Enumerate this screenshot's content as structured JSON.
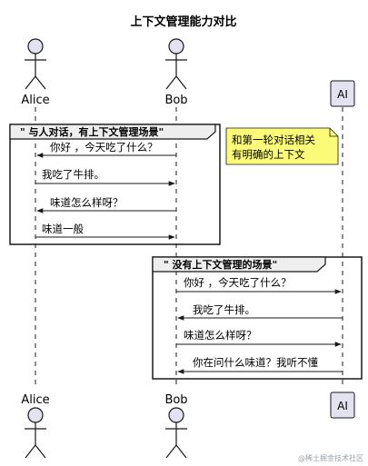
{
  "title": "上下文管理能力对比",
  "participants": {
    "alice": "Alice",
    "bob": "Bob",
    "ai": "AI"
  },
  "frame1": {
    "title": "\" 与人对话，有上下文管理场景\"",
    "messages": [
      "你好 ，今天吃了什么？",
      "我吃了牛排。",
      "味道怎么样呀？",
      "味道一般"
    ]
  },
  "note": {
    "line1": "和第一轮对话相关",
    "line2": "有明确的上下文"
  },
  "frame2": {
    "title": "\" 没有上下文管理的场景\"",
    "messages": [
      "你好 ，今天吃了什么？",
      "我吃了牛排。",
      "味道怎么样呀？",
      "你在问什么味道？我听不懂"
    ]
  },
  "watermark": "@稀土掘金技术社区",
  "colors": {
    "actor_fill": "#e2e2f0",
    "actor_stroke": "#181818",
    "lifeline": "#181818",
    "note_fill": "#fbfb77"
  }
}
